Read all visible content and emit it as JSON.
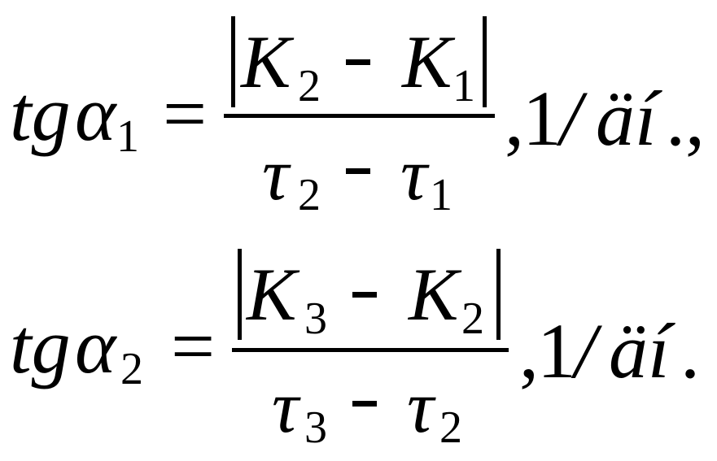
{
  "equations": [
    {
      "lhs": {
        "func": "tg",
        "greek": "α",
        "index": "1"
      },
      "equals": "=",
      "numerator": {
        "a": "K",
        "a_index": "2",
        "b": "K",
        "b_index": "1"
      },
      "denominator": {
        "a": "τ",
        "a_index": "2",
        "b": "τ",
        "b_index": "1"
      },
      "unit": {
        "comma": ",",
        "value": "1",
        "slash": "/",
        "text": "äí",
        "trail": ".,"
      }
    },
    {
      "lhs": {
        "func": "tg",
        "greek": "α",
        "index": "2"
      },
      "equals": "=",
      "numerator": {
        "a": "K",
        "a_index": "3",
        "b": "K",
        "b_index": "2"
      },
      "denominator": {
        "a": "τ",
        "a_index": "3",
        "b": "τ",
        "b_index": "2"
      },
      "unit": {
        "comma": ",",
        "value": "1",
        "slash": "/",
        "text": "äí",
        "trail": "."
      }
    }
  ]
}
